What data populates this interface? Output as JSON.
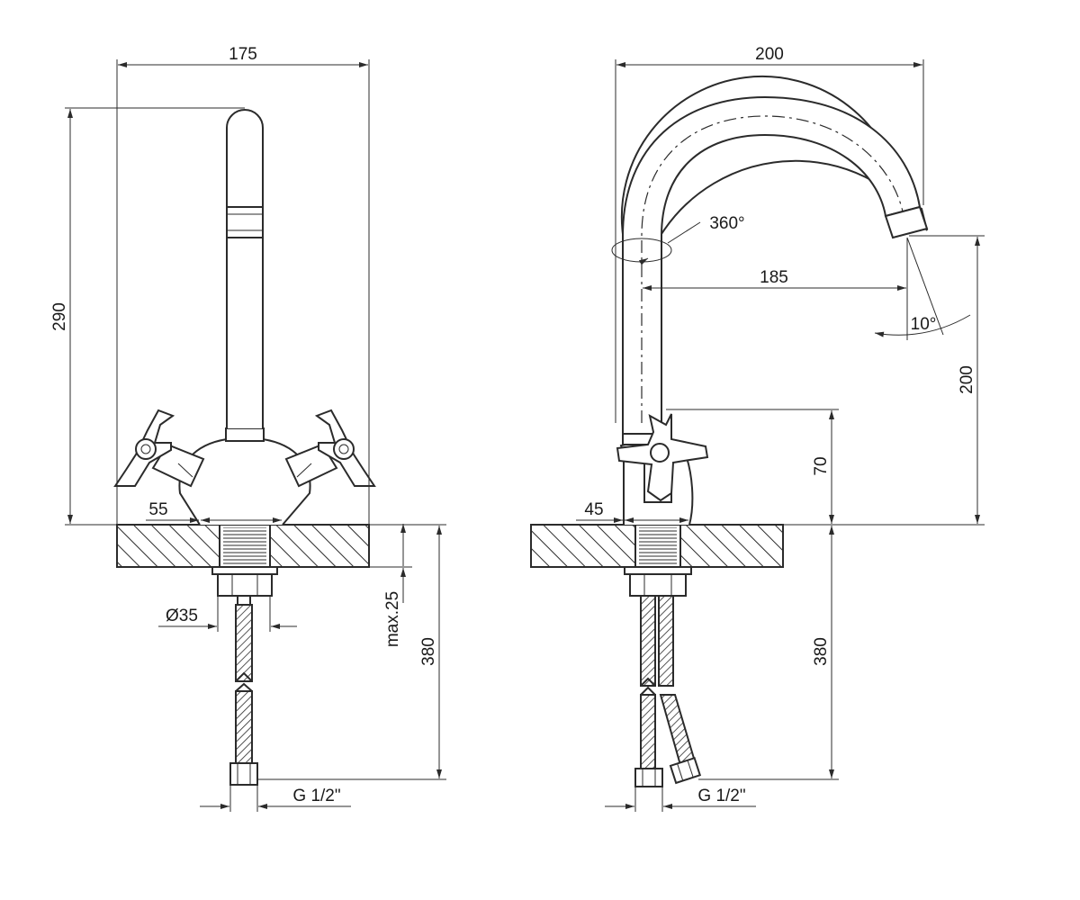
{
  "front_view": {
    "width_label": "175",
    "height_label": "290",
    "base_label": "55",
    "diameter_label": "Ø35",
    "max_thickness_label": "max.25",
    "hose_length_label": "380",
    "thread_label": "G 1/2\""
  },
  "side_view": {
    "width_label": "200",
    "reach_label": "185",
    "rotation_label": "360°",
    "angle_label": "10°",
    "spout_height_label": "200",
    "handle_height_label": "70",
    "base_label": "45",
    "hose_length_label": "380",
    "thread_label": "G 1/2\""
  }
}
